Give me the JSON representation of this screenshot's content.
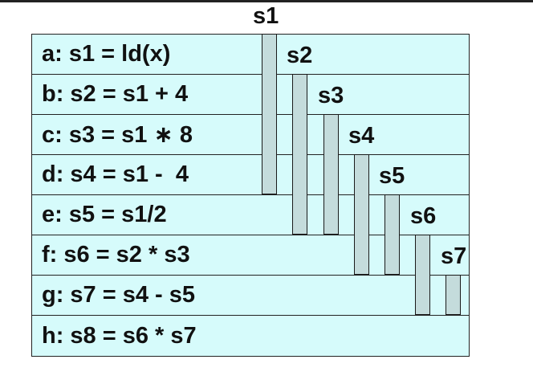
{
  "statements": [
    {
      "label": "a: s1 = ld(x)"
    },
    {
      "label": "b: s2 = s1 + 4"
    },
    {
      "label": "c: s3 = s1 ∗ 8"
    },
    {
      "label": "d: s4 = s1 -  4"
    },
    {
      "label": "e: s5 = s1/2"
    },
    {
      "label": "f: s6 = s2 * s3"
    },
    {
      "label": "g: s7 = s4 - s5"
    },
    {
      "label": "h: s8 = s6 * s7"
    }
  ],
  "lifetimes": [
    {
      "name": "s1"
    },
    {
      "name": "s2"
    },
    {
      "name": "s3"
    },
    {
      "name": "s4"
    },
    {
      "name": "s5"
    },
    {
      "name": "s6"
    },
    {
      "name": "s7"
    }
  ],
  "colors": {
    "row_fill": "#d6fbfb",
    "bar_fill": "#c4dcdc",
    "border": "#222222"
  }
}
